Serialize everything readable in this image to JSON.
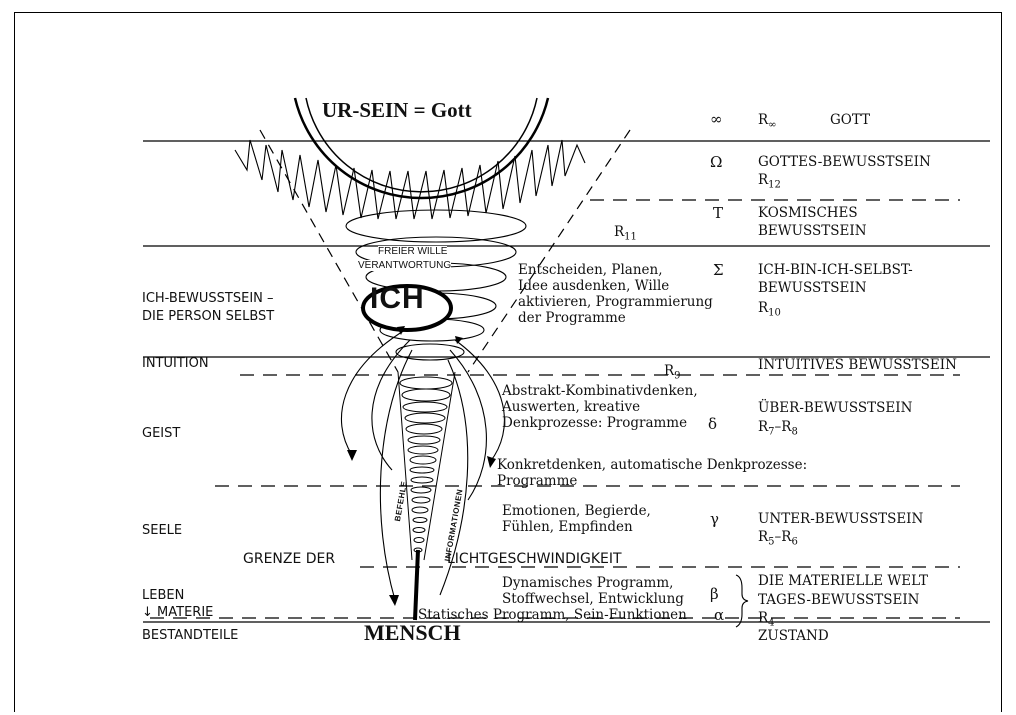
{
  "header": {
    "title": "UR-SEIN = Gott"
  },
  "center": {
    "ich": "ICH",
    "freier_wille": "FREIER WILLE",
    "verantwortung": "VERANTWORTUNG",
    "befehle": "BEFEHLE",
    "informationen": "INFORMATIONEN",
    "grenze_left": "GRENZE DER",
    "grenze_right": "LICHTGESCHWINDIGKEIT",
    "mensch": "MENSCH",
    "r9": "R",
    "r9_sub": "9",
    "r11": "R",
    "r11_sub": "11"
  },
  "left_labels": {
    "ich_bewusstsein": "ICH-BEWUSSTSEIN –",
    "die_person": "DIE PERSON SELBST",
    "intuition": "INTUITION",
    "geist": "GEIST",
    "seele": "SEELE",
    "leben": "LEBEN",
    "materie": "↓ MATERIE",
    "bestandteile": "BESTANDTEILE"
  },
  "middle_texts": {
    "entscheiden": "Entscheiden, Planen,\nIdee ausdenken, Wille\naktivieren, Programmierung\nder Programme",
    "abstrakt": "Abstrakt-Kombinativdenken,\nAuswerten, kreative\nDenkprozesse: Programme",
    "konkret": "Konkretdenken, automatische Denkprozesse:",
    "programme": "Programme",
    "emotionen": "Emotionen, Begierde,\nFühlen, Empfinden",
    "dynamisch": "Dynamisches Programm,\nStoffwechsel, Entwicklung",
    "statisch": "Statisches Programm, Sein-Funktionen"
  },
  "symbols": {
    "infinity": "∞",
    "omega": "Ω",
    "tau": "T",
    "sigma": "Σ",
    "delta": "δ",
    "gamma": "γ",
    "beta": "β",
    "alpha": "α"
  },
  "right_labels": {
    "r_inf": "R",
    "r_inf_sub": "∞",
    "gott": "GOTT",
    "gottes": "GOTTES-BEWUSSTSEIN",
    "r12": "R",
    "r12_sub": "12",
    "kosmisches": "KOSMISCHES",
    "kosmisches2": "BEWUSSTSEIN",
    "ich_bin": "ICH-BIN-ICH-SELBST-",
    "ich_bin2": "BEWUSSTSEIN",
    "r10": "R",
    "r10_sub": "10",
    "intuitives": "INTUITIVES BEWUSSTSEIN",
    "ueber": "ÜBER-BEWUSSTSEIN",
    "r78": "R",
    "r78_sub1": "7",
    "r78_mid": "–R",
    "r78_sub2": "8",
    "unter": "UNTER-BEWUSSTSEIN",
    "r56": "R",
    "r56_sub1": "5",
    "r56_mid": "–R",
    "r56_sub2": "6",
    "materielle": "DIE MATERIELLE WELT",
    "tages": "TAGES-BEWUSSTSEIN",
    "r4": "R",
    "r4_sub": "4",
    "zustand": "ZUSTAND"
  }
}
